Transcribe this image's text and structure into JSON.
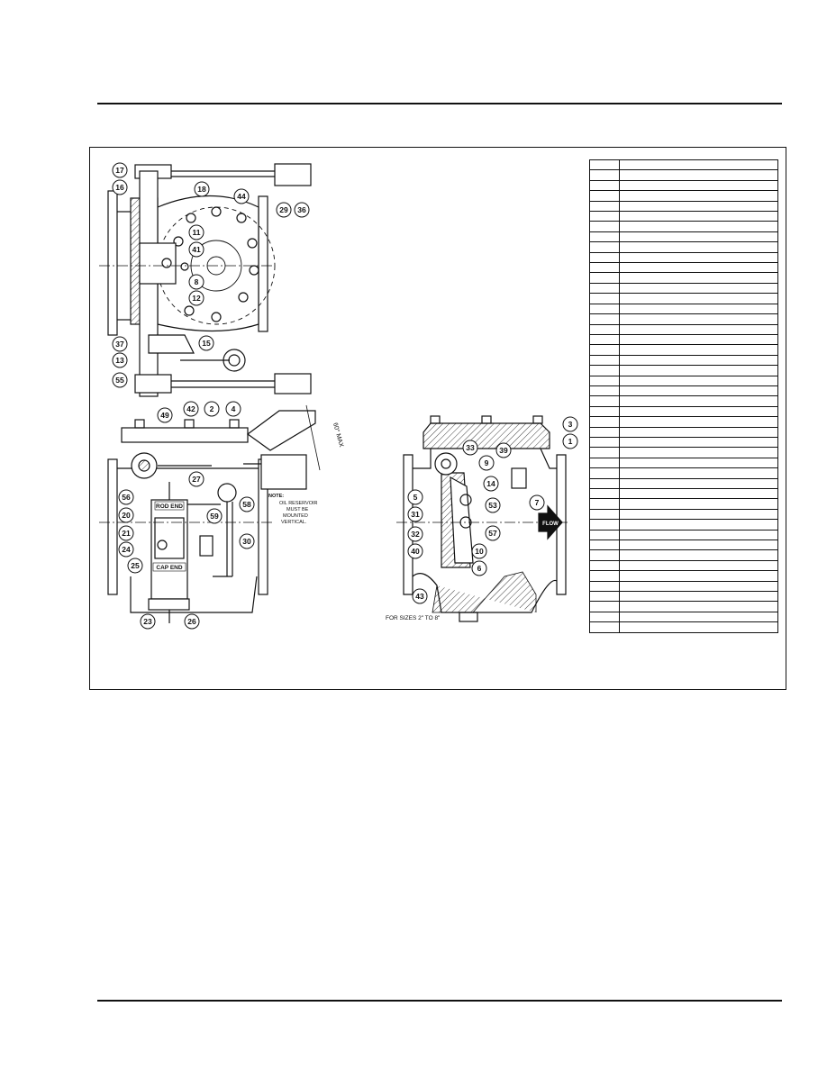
{
  "callouts": {
    "c17": "17",
    "c16": "16",
    "c18": "18",
    "c44": "44",
    "c29": "29",
    "c36": "36",
    "c11": "11",
    "c41": "41",
    "c8": "8",
    "c12": "12",
    "c37": "37",
    "c15": "15",
    "c13": "13",
    "c55": "55",
    "c42": "42",
    "c2": "2",
    "c4": "4",
    "c49": "49",
    "c27": "27",
    "c56": "56",
    "c20": "20",
    "c21": "21",
    "c24": "24",
    "c25": "25",
    "c59": "59",
    "c58": "58",
    "c30": "30",
    "c23": "23",
    "c26": "26",
    "c3": "3",
    "c1": "1",
    "c33": "33",
    "c39": "39",
    "c9": "9",
    "c14": "14",
    "c5": "5",
    "c53": "53",
    "c7": "7",
    "c31": "31",
    "c57": "57",
    "c32": "32",
    "c40": "40",
    "c10": "10",
    "c6": "6",
    "c43": "43"
  },
  "labels": {
    "rod_end": "ROD END",
    "cap_end": "CAP END",
    "angle": "60° MAX",
    "note_title": "NOTE:",
    "note_line1": "OIL RESERVOIR",
    "note_line2": "MUST BE",
    "note_line3": "MOUNTED",
    "note_line4": "VERTICAL.",
    "flow": "FLOW",
    "sizes": "FOR SIZES 2\" TO 8\""
  },
  "parts_table": {
    "rows": 46,
    "columns": 2
  }
}
